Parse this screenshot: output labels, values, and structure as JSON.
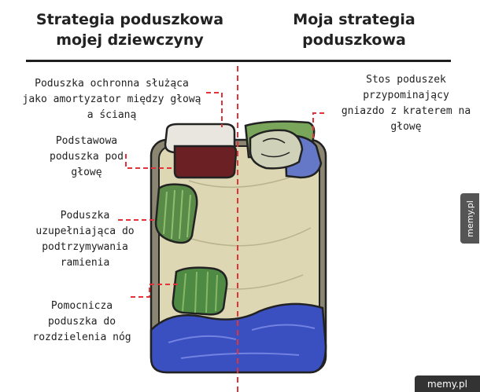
{
  "titles": {
    "left": [
      "Strategia poduszkowa",
      "mojej dziewczyny"
    ],
    "right": [
      "Moja strategia",
      "poduszkowa"
    ]
  },
  "labels": {
    "protective_pillow": [
      "Poduszka ochronna służąca",
      "jako amortyzator między głową",
      "a ścianą"
    ],
    "base_pillow": [
      "Podstawowa",
      "poduszka pod",
      "głowę"
    ],
    "shoulder_pillow": [
      "Poduszka",
      "uzupełniająca do",
      "podtrzymywania",
      "ramienia"
    ],
    "leg_pillow": [
      "Pomocnicza",
      "poduszka do",
      "rozdzielenia nóg"
    ],
    "pillow_nest": [
      "Stos poduszek",
      "przypominający",
      "gniazdo z kraterem na",
      "głowę"
    ]
  },
  "watermarks": {
    "side": "memy.pl",
    "corner": "memy.pl"
  },
  "colors": {
    "mattress": "#ddd8b3",
    "mattress_edge": "#8a8672",
    "base_pillow": "#6b2024",
    "green_pillow": "#5a8a48",
    "blanket": "#3a4fc0",
    "guide": "#e0333a"
  }
}
